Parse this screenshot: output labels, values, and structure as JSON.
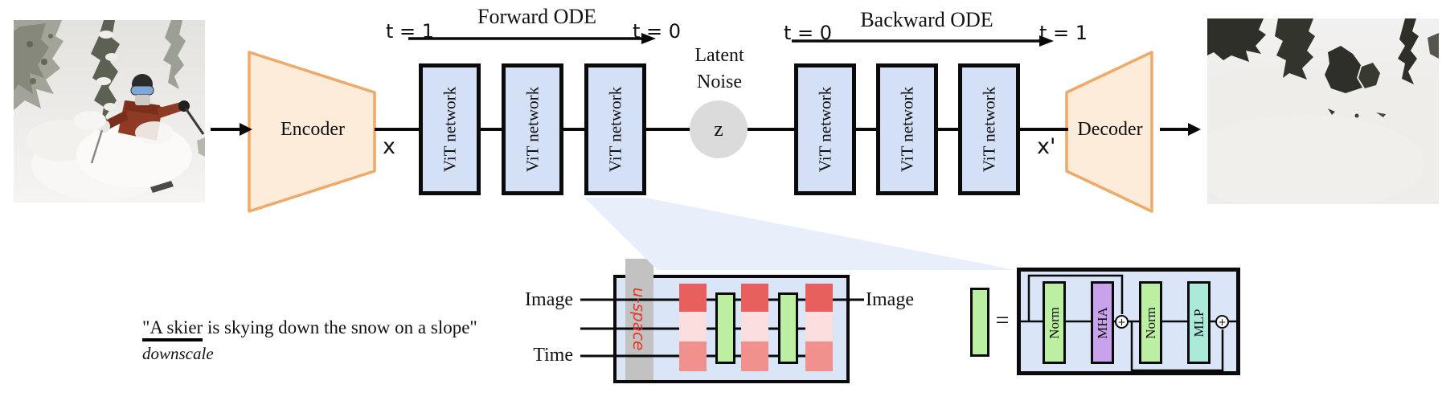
{
  "flow": {
    "encoder": "Encoder",
    "decoder": "Decoder",
    "x": "x",
    "x_prime": "x'",
    "vit": "ViT network",
    "latent1": "Latent",
    "latent2": "Noise",
    "z": "z",
    "fwd_start": "t = 1",
    "fwd_label": "Forward ODE",
    "fwd_end": "t = 0",
    "bwd_start": "t = 0",
    "bwd_label": "Backward ODE",
    "bwd_end": "t = 1"
  },
  "caption": {
    "underlined": "\"A skier",
    "rest": " is skying down the snow on a slope\"",
    "annotation": "downscale"
  },
  "vit_detail": {
    "input_image": "Image",
    "input_time": "Time",
    "uspace": "u-space",
    "output_image": "Image"
  },
  "block_detail": {
    "equals": "=",
    "norm_a": "Norm",
    "mha": "MHA",
    "norm_b": "Norm",
    "mlp": "MLP",
    "plus": "+"
  },
  "colors": {
    "vit_fill": "#d3e0f6",
    "detail_box_fill": "#dbe5f8",
    "zoom_wedge": "#e9eefb",
    "encoder_fill": "#fdecda",
    "encoder_stroke": "#efa968",
    "latent_fill": "#dbdbdb",
    "uspace_bar": "#c2c2c2",
    "uspace_text": "#e5392c",
    "red_strong": "#e8605e",
    "red_pale": "#fbdede",
    "red_mid": "#f0918e",
    "green": "#bcefa2",
    "purple": "#c9a2ec",
    "teal": "#abeadb"
  }
}
